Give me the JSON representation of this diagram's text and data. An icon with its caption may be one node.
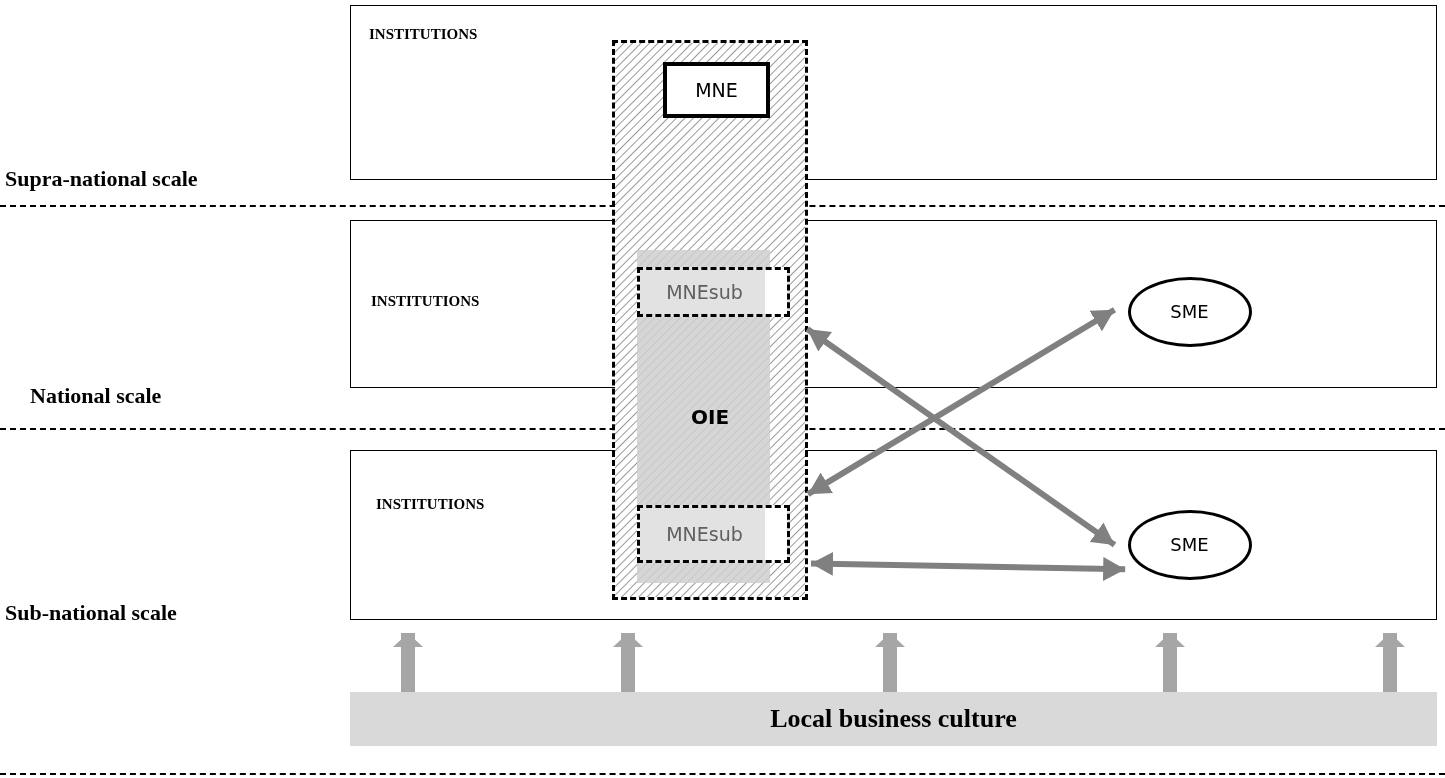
{
  "diagram": {
    "nodes": [
      {
        "text": [
          "INSTITUTIONS"
        ]
      },
      {
        "text": [
          "INSTITUTIONS"
        ]
      },
      {
        "text": [
          "INSTITUTIONS"
        ]
      },
      {
        "text": [
          "OIE"
        ]
      },
      {
        "text": [
          "MNE"
        ]
      },
      {
        "text": [
          "MNEsub"
        ]
      },
      {
        "text": [
          "SME"
        ],
        "in": 1
      },
      {
        "text": [
          "MNEsub"
        ]
      },
      {
        "text": [
          "SME"
        ],
        "in": 2
      },
      {
        "text": [
          "Local business culture"
        ]
      }
    ],
    "edges": [
      {
        "from": 5,
        "to": 8,
        "arrow": "both",
        "color": "#808080"
      },
      {
        "from": 7,
        "to": 6,
        "arrow": "both",
        "color": "#808080"
      },
      {
        "from": 7,
        "to": 8,
        "arrow": "both",
        "color": "#808080"
      },
      {
        "from": 9,
        "to": 2,
        "arrow": "to"
      },
      {
        "from": 9,
        "to": 2,
        "arrow": "to"
      },
      {
        "from": 9,
        "to": 2,
        "arrow": "to"
      },
      {
        "from": 9,
        "to": 2,
        "arrow": "to"
      },
      {
        "from": 9,
        "to": 2,
        "arrow": "to"
      }
    ],
    "labels": [
      "Supra-national scale",
      "National scale",
      "Sub-national scale"
    ]
  }
}
